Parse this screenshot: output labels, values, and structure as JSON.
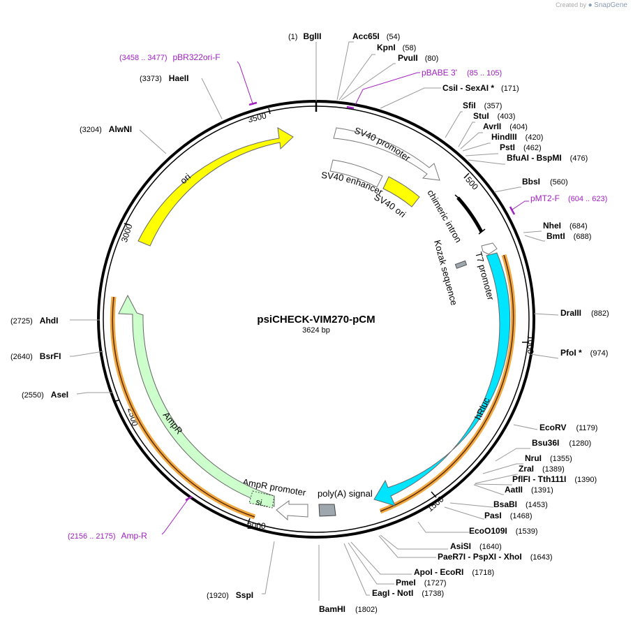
{
  "credit": {
    "prefix": "Created by",
    "brand": "SnapGene"
  },
  "plasmid": {
    "name": "psiCHECK-VIM270-pCM",
    "size": "3624 bp",
    "length": 3624
  },
  "colors": {
    "backbone": "#000000",
    "ori": "#ffff00",
    "sv40_ori": "#ffff00",
    "hrluc": "#00e5ff",
    "ampr": "#ccffcc",
    "primer": "#a020c0",
    "orf": "#f0a030",
    "polya": "#9ea6ae",
    "intron": "#000000"
  },
  "ticks": [
    "500",
    "1000",
    "1500",
    "2000",
    "2500",
    "3000",
    "3500"
  ],
  "features": [
    {
      "id": "sv40-promoter",
      "label": "SV40 promoter"
    },
    {
      "id": "sv40-enhancer",
      "label": "SV40 enhancer"
    },
    {
      "id": "sv40-ori",
      "label": "SV40 ori"
    },
    {
      "id": "chimeric-intron",
      "label": "chimeric intron"
    },
    {
      "id": "t7-promoter",
      "label": "T7 promoter"
    },
    {
      "id": "kozak",
      "label": "Kozak sequence"
    },
    {
      "id": "hrluc",
      "label": "hRluc"
    },
    {
      "id": "polya",
      "label": "poly(A) signal"
    },
    {
      "id": "ampr-promoter",
      "label": "AmpR promoter"
    },
    {
      "id": "ampr",
      "label": "AmpR"
    },
    {
      "id": "ampr-si",
      "label": "si..."
    },
    {
      "id": "ori",
      "label": "ori"
    }
  ],
  "primers": [
    {
      "name": "pBABE 3'",
      "range": "(85 .. 105)"
    },
    {
      "name": "pMT2-F",
      "range": "(604 .. 623)"
    },
    {
      "name": "Amp-R",
      "range": "(2156 .. 2175)"
    },
    {
      "name": "pBR322ori-F",
      "range": "(3458 .. 3477)"
    }
  ],
  "sites": [
    {
      "name": "BglII",
      "pos": "(1)"
    },
    {
      "name": "Acc65I",
      "pos": "(54)"
    },
    {
      "name": "KpnI",
      "pos": "(58)"
    },
    {
      "name": "PvuII",
      "pos": "(80)"
    },
    {
      "name": "CsiI  -  SexAI *",
      "pos": "(171)"
    },
    {
      "name": "SfiI",
      "pos": "(357)"
    },
    {
      "name": "StuI",
      "pos": "(403)"
    },
    {
      "name": "AvrII",
      "pos": "(404)"
    },
    {
      "name": "HindIII",
      "pos": "(420)"
    },
    {
      "name": "PstI",
      "pos": "(462)"
    },
    {
      "name": "BfuAI  -  BspMI",
      "pos": "(476)"
    },
    {
      "name": "BbsI",
      "pos": "(560)"
    },
    {
      "name": "NheI",
      "pos": "(684)"
    },
    {
      "name": "BmtI",
      "pos": "(688)"
    },
    {
      "name": "DraIII",
      "pos": "(882)"
    },
    {
      "name": "PfoI *",
      "pos": "(974)"
    },
    {
      "name": "EcoRV",
      "pos": "(1179)"
    },
    {
      "name": "Bsu36I",
      "pos": "(1280)"
    },
    {
      "name": "NruI",
      "pos": "(1355)"
    },
    {
      "name": "ZraI",
      "pos": "(1389)"
    },
    {
      "name": "PflFI  -  Tth111I",
      "pos": "(1390)"
    },
    {
      "name": "AatII",
      "pos": "(1391)"
    },
    {
      "name": "BsaBI",
      "pos": "(1453)"
    },
    {
      "name": "PasI",
      "pos": "(1468)"
    },
    {
      "name": "EcoO109I",
      "pos": "(1539)"
    },
    {
      "name": "AsiSI",
      "pos": "(1640)"
    },
    {
      "name": "PaeR7I  -  PspXI  -  XhoI",
      "pos": "(1643)"
    },
    {
      "name": "ApoI  -  EcoRI",
      "pos": "(1718)"
    },
    {
      "name": "PmeI",
      "pos": "(1727)"
    },
    {
      "name": "EagI  -  NotI",
      "pos": "(1738)"
    },
    {
      "name": "BamHI",
      "pos": "(1802)"
    },
    {
      "name": "SspI",
      "pos": "(1920)"
    },
    {
      "name": "AseI",
      "pos": "(2550)"
    },
    {
      "name": "BsrFI",
      "pos": "(2640)"
    },
    {
      "name": "AhdI",
      "pos": "(2725)"
    },
    {
      "name": "AlwNI",
      "pos": "(3204)"
    },
    {
      "name": "HaeII",
      "pos": "(3373)"
    }
  ]
}
